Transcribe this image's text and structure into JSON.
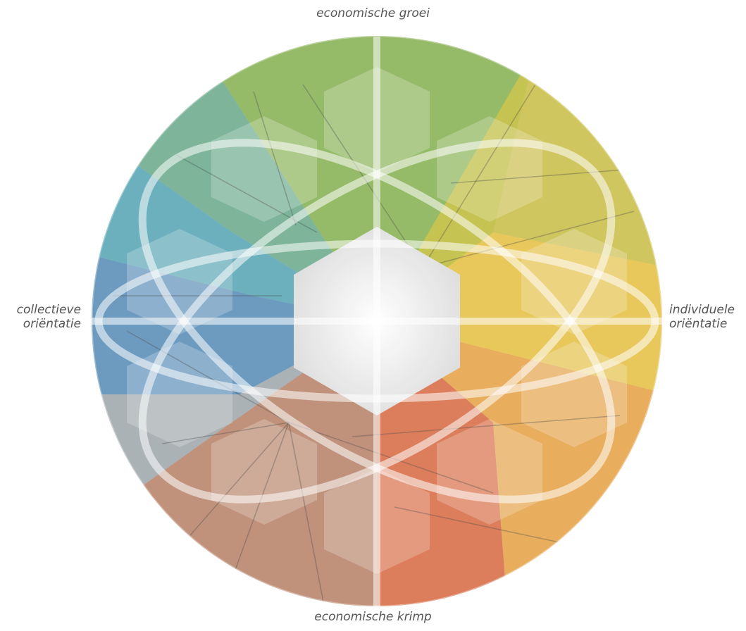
{
  "labels": {
    "top": "economische groei",
    "bottom": "economische krimp",
    "left_line1": "collectieve",
    "left_line2": "oriëntatie",
    "right_line1": "individuele",
    "right_line2": "oriëntatie"
  },
  "colors": {
    "green": "#7fb24a",
    "teal_green": "#5fa88a",
    "teal": "#4aa3b6",
    "blue": "#4b88b9",
    "grey": "#9aa6ad",
    "brown": "#b57c63",
    "red_orange": "#d9643a",
    "orange": "#e7a03c",
    "yellow": "#e7c13a",
    "olive_yellow": "#c9bf3e",
    "center": "#f2f2f2"
  }
}
